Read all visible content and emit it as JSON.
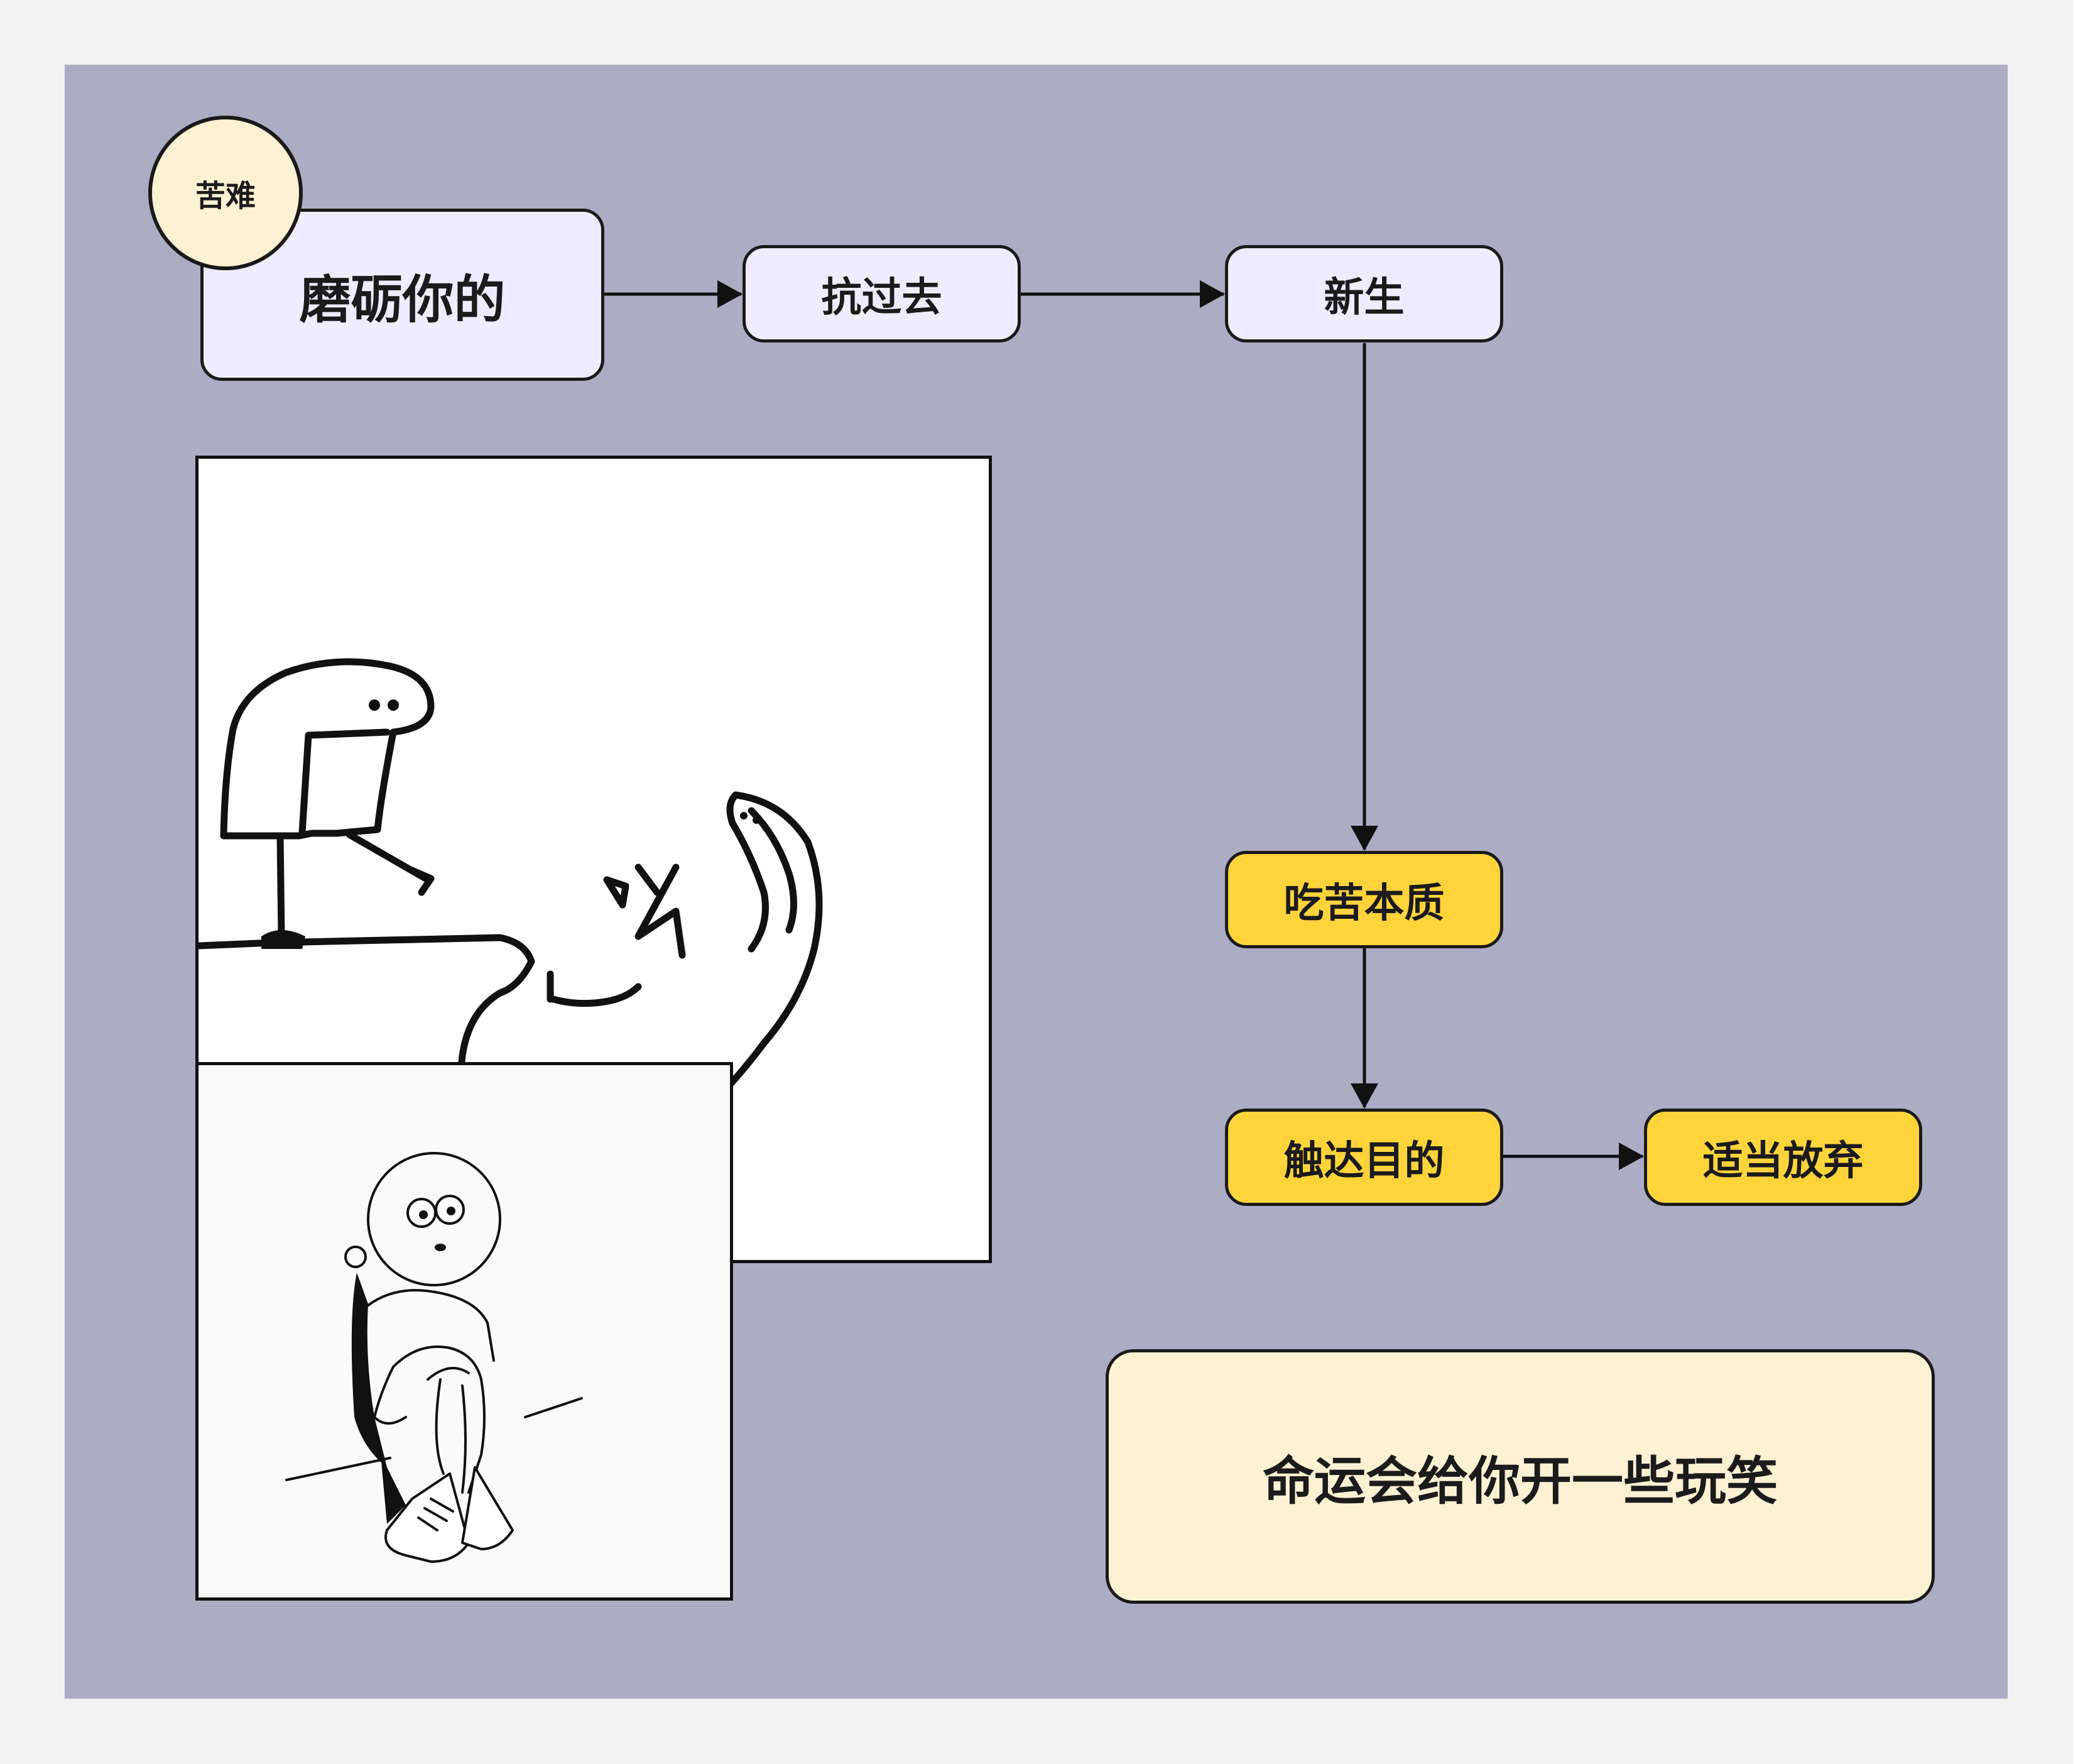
{
  "nodes": {
    "moli": "磨砺你的",
    "kangguoqu": "抗过去",
    "xinsheng": "新生",
    "chiku": "吃苦本质",
    "chuda": "触达目的",
    "fangqi": "适当放弃",
    "mingyun": "命运会给你开一些玩笑"
  },
  "badge": "苦难",
  "colors": {
    "canvas": "#adacc5",
    "lavender": "#efecff",
    "yellow": "#ffd43b",
    "cream": "#fcf1d3",
    "stroke": "#1a1a1a"
  },
  "images": {
    "doodle_top": "stick-figure-kicking-off-ledge",
    "doodle_bottom": "bald-person-hugging-knees"
  }
}
